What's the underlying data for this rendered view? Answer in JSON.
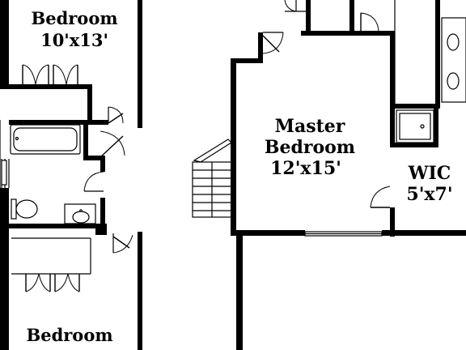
{
  "rooms": {
    "bedroom_top": {
      "name": "Bedroom",
      "size": "10'x13'"
    },
    "master": {
      "name_line1": "Master",
      "name_line2": "Bedroom",
      "size": "12'x15'"
    },
    "wic": {
      "name": "WIC",
      "size": "5'x7'"
    },
    "bedroom_bottom": {
      "name": "Bedroom"
    }
  },
  "colors": {
    "wall": "#000000",
    "background": "#ffffff"
  }
}
